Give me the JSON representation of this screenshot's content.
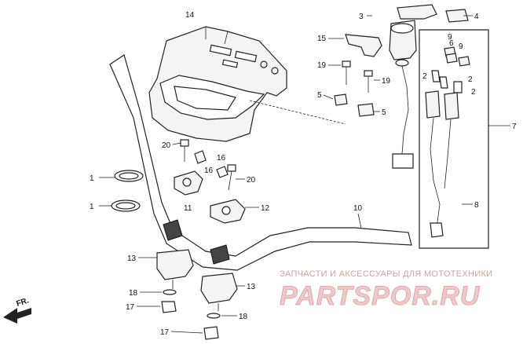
{
  "callouts": {
    "c1a": "1",
    "c1b": "1",
    "c2a": "2",
    "c2b": "2",
    "c2c": "2",
    "c3": "3",
    "c4": "4",
    "c5a": "5",
    "c5b": "5",
    "c6": "6",
    "c7": "7",
    "c8": "8",
    "c9a": "9",
    "c9b": "9",
    "c10": "10",
    "c11": "11",
    "c12": "12",
    "c13a": "13",
    "c13b": "13",
    "c14": "14",
    "c15": "15",
    "c16a": "16",
    "c16b": "16",
    "c17a": "17",
    "c17b": "17",
    "c18a": "18",
    "c18b": "18",
    "c19a": "19",
    "c19b": "19",
    "c20a": "20",
    "c20b": "20"
  },
  "direction": {
    "label": "FR."
  },
  "watermark": {
    "subtitle": "ЗАПЧАСТИ И АКСЕССУАРЫ ДЛЯ МОТОТЕХНИКИ",
    "brand": "PARTSPOR.RU"
  }
}
